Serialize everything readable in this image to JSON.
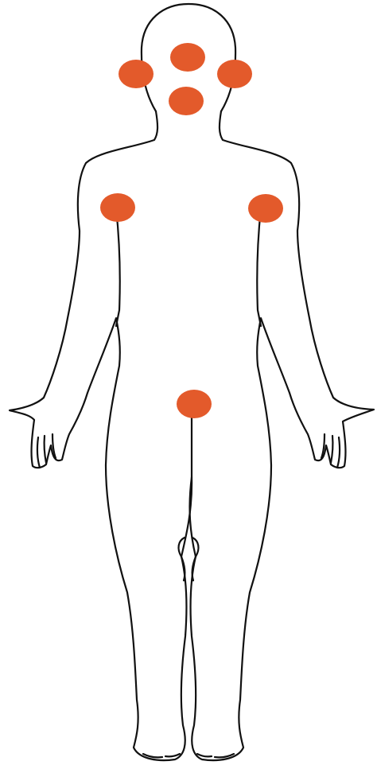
{
  "figure": {
    "background": "#ffffff",
    "outline_color": "#111111",
    "marker_color": "#e35a2b",
    "view": "anterior"
  },
  "body_parts": [
    "head",
    "neck",
    "torso",
    "left-arm",
    "right-arm",
    "left-hand",
    "right-hand",
    "left-leg",
    "right-leg",
    "left-foot",
    "right-foot"
  ],
  "markers": [
    {
      "id": "marker-forehead",
      "region": "forehead"
    },
    {
      "id": "marker-right-ear",
      "region": "right-ear"
    },
    {
      "id": "marker-left-ear",
      "region": "left-ear"
    },
    {
      "id": "marker-chin",
      "region": "chin"
    },
    {
      "id": "marker-right-shoulder",
      "region": "right-shoulder"
    },
    {
      "id": "marker-left-shoulder",
      "region": "left-shoulder"
    },
    {
      "id": "marker-groin",
      "region": "groin"
    }
  ]
}
